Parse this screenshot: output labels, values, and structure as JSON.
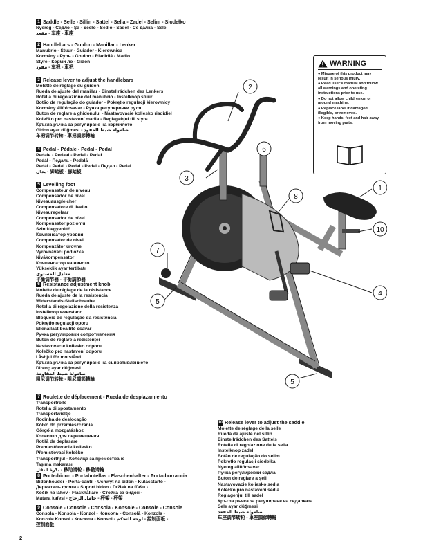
{
  "sections": [
    {
      "num": "1",
      "head": "Saddle - Selle - Sillin - Sattel - Sella - Zadel - Selim - Siodełko",
      "lines": [
        "Nyereg - Седло - Şa - Sedlo - Sedlo - Sadel - Се далка - Sele",
        "مقعد - 车座 - 車座"
      ]
    },
    {
      "num": "2",
      "head": "Handlebars - Guidon - Manillar - Lenker",
      "lines": [
        "Manubrio - Stuur - Guiador - Kierownica",
        "Kormány - Руль - Ghidon - Riadidlá - Madlo",
        "Styre - Корми ло - Gidon",
        "مقود - 车把 - 車把"
      ]
    },
    {
      "num": "3",
      "head": "Release lever to adjust the handlebars",
      "lines": [
        "Molette de réglage du guidon",
        "Rueda de ajuste del manillar - Einstellrädchen des Lenkers",
        "Rotella di regolazione del manubrio - Instelknop stuur",
        "Botão de regulação do guiador - Pokrętło regulacji kierownicy",
        "Kormány állítócsavar - Ручка регулировки руля",
        "Buton de reglare a ghidonului - Nastavovacie koliesko riadidiel",
        "Kolečko pro nastavení madla - Reglagehjul till styre",
        "Кръгла ръчка за регулиране на кормилото",
        "Gidon ayar düğmesi - صامولة ضبط المقود",
        "车把调节转轮 - 車把調節轉輪"
      ]
    },
    {
      "num": "4",
      "head": "Pedal - Pédale - Pedal - Pedal",
      "lines": [
        "Pedale - Pedaal - Pedal - Pedał",
        "Pedál - Педаль - Pedală",
        "Pedál - Pedál - Pedal - Pedal - Педал - Pedal",
        "بدال - 脚踏板 - 腳踏板"
      ]
    },
    {
      "num": "5",
      "head": "Levelling foot",
      "lines": [
        "Compensateur de niveau",
        "Compensador de nivel",
        "Niveauausgleicher",
        "Compensatore di livello",
        "Niveauregelaar",
        "Compensador de nível",
        "Kompensator poziomu",
        "Szintkiegyenlítő",
        "Компенсатор уровня",
        "Compensator de nivel",
        "Kompenzátor úrovne",
        "Vyrovnávací podložka",
        "Nivåkompensator",
        "Компенсатор на нивото",
        "Yükseklik ayar tertibatı",
        "معادل المستوى",
        "平衡调节器 - 平衡調節器"
      ]
    },
    {
      "num": "6",
      "head": "Resistance adjustment knob",
      "lines": [
        "Molette de réglage de la résistance",
        "Rueda de ajuste de la resistencia",
        "Widerstands-Stellschraube",
        "Rotella di regolazione della resistenza",
        "Instelknop weerstand",
        "Bloqueio de regulação da resistência",
        "Pokrętło regulacji oporu",
        "Ellenállást beállító csavar",
        "Ручка регулировки сопротивления",
        "Buton de reglare a rezistenței",
        "Nastavovacie koliesko odporu",
        "Kolečko pro nastavení odporu",
        "Låshjul för motstånd",
        "Кръгла ръчка за регулиране на съпротивлението",
        "Direnç ayar düğmesi",
        "صامولة ضبط المقاومة",
        "阻尼调节转轮 - 阻尼調節轉輪"
      ]
    },
    {
      "num": "7",
      "head": "Roulette de déplacement - Rueda de desplazamiento",
      "lines": [
        "Transportrolle",
        "Rotella di spostamento",
        "Transportwieltje",
        "Rodinha de deslocação",
        "Kółko do przemieszczania",
        "Görgő a mozgatáshoz",
        "Колесико для перемещения",
        "Rotilă de deplasare",
        "Premiestňovacie koliesko",
        "Přemisťovací kolečko",
        "Transporthjul - Колелце за преместване",
        "Taşıma makarası",
        "بكرة النقل - 移动滑轮 - 移動滑輪"
      ]
    },
    {
      "num": "8",
      "head": "Porte-bidon - Portabotellas - Flaschenhalter - Porta-borraccia",
      "lines": [
        "Bidonhouder - Porta-cantil - Uchwyt na bidon - Kulacstartó -",
        "Держатель фляги - Suport bidon - Držiak na fľašu -",
        "Košík na láhev - Flaskhållare - Стойка за бидон -",
        "Matara kafesi - حامل الزجاج - 杯架 - 杯架"
      ]
    },
    {
      "num": "9",
      "head": "Console - Console - Consola - Konsole - Console - Console",
      "lines": [
        "Consola - Konsola - Konzol - Консоль - Consolă - Konzola -",
        "Konzole Konsol - Конзола - Konsol - لوحة التحكم - 控制面板 -",
        "控制面板"
      ]
    },
    {
      "num": "10",
      "head": "Release lever to adjust the saddle",
      "lines": [
        "Molette de réglage de la selle",
        "Rueda de ajuste del sillín",
        "Einstellrädchen des Sattels",
        "Rotella di regolazione della sella",
        "Instelknop zadel",
        "Botão de regulação do selim",
        "Pokrętło regulacji siodełka",
        "Nyereg állítócsavar",
        "Ручка регулировки седла",
        "Buton de reglare a șeii",
        "Nastavovacie koliesko sedla",
        "Kolečko pro nastavení sedla",
        "Reglagehjul till sadel",
        "Кръгла ръчка за регулиране на седалката",
        "Sele ayar düğmesi",
        "صامولة ضبط المقعد",
        "车座调节转轮 - 車座調節轉輪"
      ]
    }
  ],
  "warning": {
    "title": "WARNING",
    "items": [
      "● Misuse of this product may result in serious injury.",
      "● Read user's manual and follow all warnings and operating instructions prior to use.",
      "● Do not allow children on or around machine.",
      "● Replace label if damaged, illegible, or removed.",
      "● Keep hands, feet and hair away from moving parts."
    ]
  },
  "callouts": [
    "1",
    "2",
    "3",
    "4",
    "5",
    "5",
    "6",
    "7",
    "8",
    "10"
  ],
  "page_number": "2"
}
